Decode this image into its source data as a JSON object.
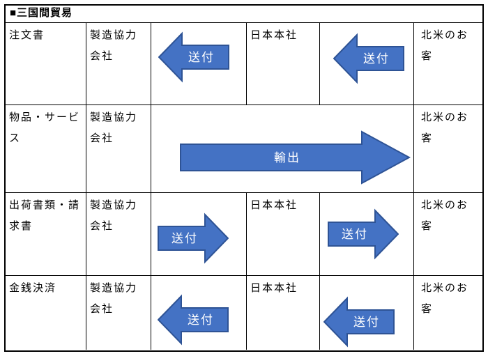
{
  "title": "■三国間貿易",
  "colors": {
    "arrow_fill": "#4472C4",
    "arrow_border": "#2E5395",
    "arrow_text": "#FFFFFF",
    "table_border": "#000000",
    "text": "#000000",
    "background": "#FFFFFF"
  },
  "rows": [
    {
      "label": "注文書",
      "supplier": "製造協力会社",
      "arrow1": {
        "direction": "left",
        "label": "送付"
      },
      "hq": "日本本社",
      "arrow2": {
        "direction": "left",
        "label": "送付"
      },
      "customer": "北米のお客"
    },
    {
      "label": "物品・サービス",
      "supplier": "製造協力会社",
      "arrow": {
        "direction": "right",
        "label": "輸出"
      },
      "customer": "北米のお客"
    },
    {
      "label": "出荷書類・請求書",
      "supplier": "製造協力会社",
      "arrow1": {
        "direction": "right",
        "label": "送付"
      },
      "hq": "日本本社",
      "arrow2": {
        "direction": "right",
        "label": "送付"
      },
      "customer": "北米のお客"
    },
    {
      "label": "金銭決済",
      "supplier": "製造協力会社",
      "arrow1": {
        "direction": "left",
        "label": "送付"
      },
      "hq": "日本本社",
      "arrow2": {
        "direction": "left",
        "label": "送付"
      },
      "customer": "北米のお客"
    }
  ]
}
